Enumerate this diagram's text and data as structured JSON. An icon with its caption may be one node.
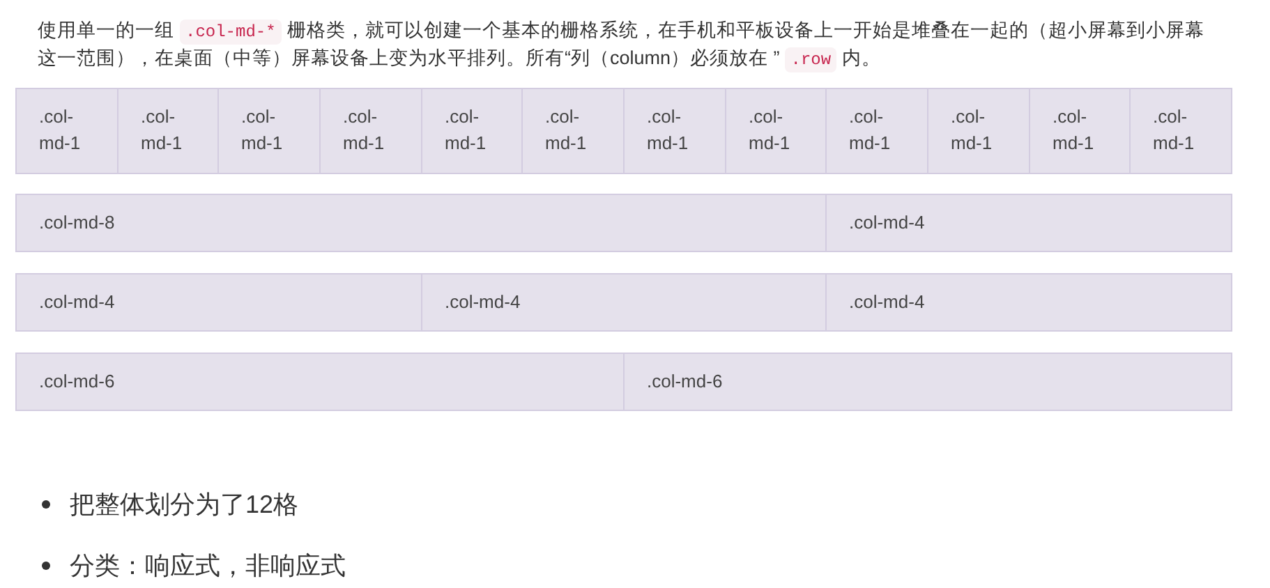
{
  "diagram": {
    "nodes": [
      {
        "text": [
          ".col-md-1"
        ]
      },
      {
        "text": [
          ".col-md-1"
        ]
      },
      {
        "text": [
          ".col-md-1"
        ]
      },
      {
        "text": [
          ".col-md-1"
        ]
      },
      {
        "text": [
          ".col-md-1"
        ]
      },
      {
        "text": [
          ".col-md-1"
        ]
      },
      {
        "text": [
          ".col-md-1"
        ]
      },
      {
        "text": [
          ".col-md-1"
        ]
      },
      {
        "text": [
          ".col-md-1"
        ]
      },
      {
        "text": [
          ".col-md-1"
        ]
      },
      {
        "text": [
          ".col-md-1"
        ]
      },
      {
        "text": [
          ".col-md-1"
        ]
      },
      {
        "text": [
          ".col-md-8"
        ]
      },
      {
        "text": [
          ".col-md-4"
        ]
      },
      {
        "text": [
          ".col-md-4"
        ]
      },
      {
        "text": [
          ".col-md-4"
        ]
      },
      {
        "text": [
          ".col-md-4"
        ]
      },
      {
        "text": [
          ".col-md-6"
        ]
      },
      {
        "text": [
          ".col-md-6"
        ]
      }
    ],
    "labels": [
      "使用单一的一组",
      ".col-md-*",
      "栅格类，就可以创建一个基本的栅格系统，在手机和平板设备上一开始是堆叠在一起的（超小屏幕到小屏幕",
      "这一范围），在桌面（中等）屏幕设备上变为水平排列。所有“列（column）必须放在 ”",
      ".row",
      "内。",
      "把整体划分为了12格",
      "分类：响应式，非响应式"
    ]
  }
}
